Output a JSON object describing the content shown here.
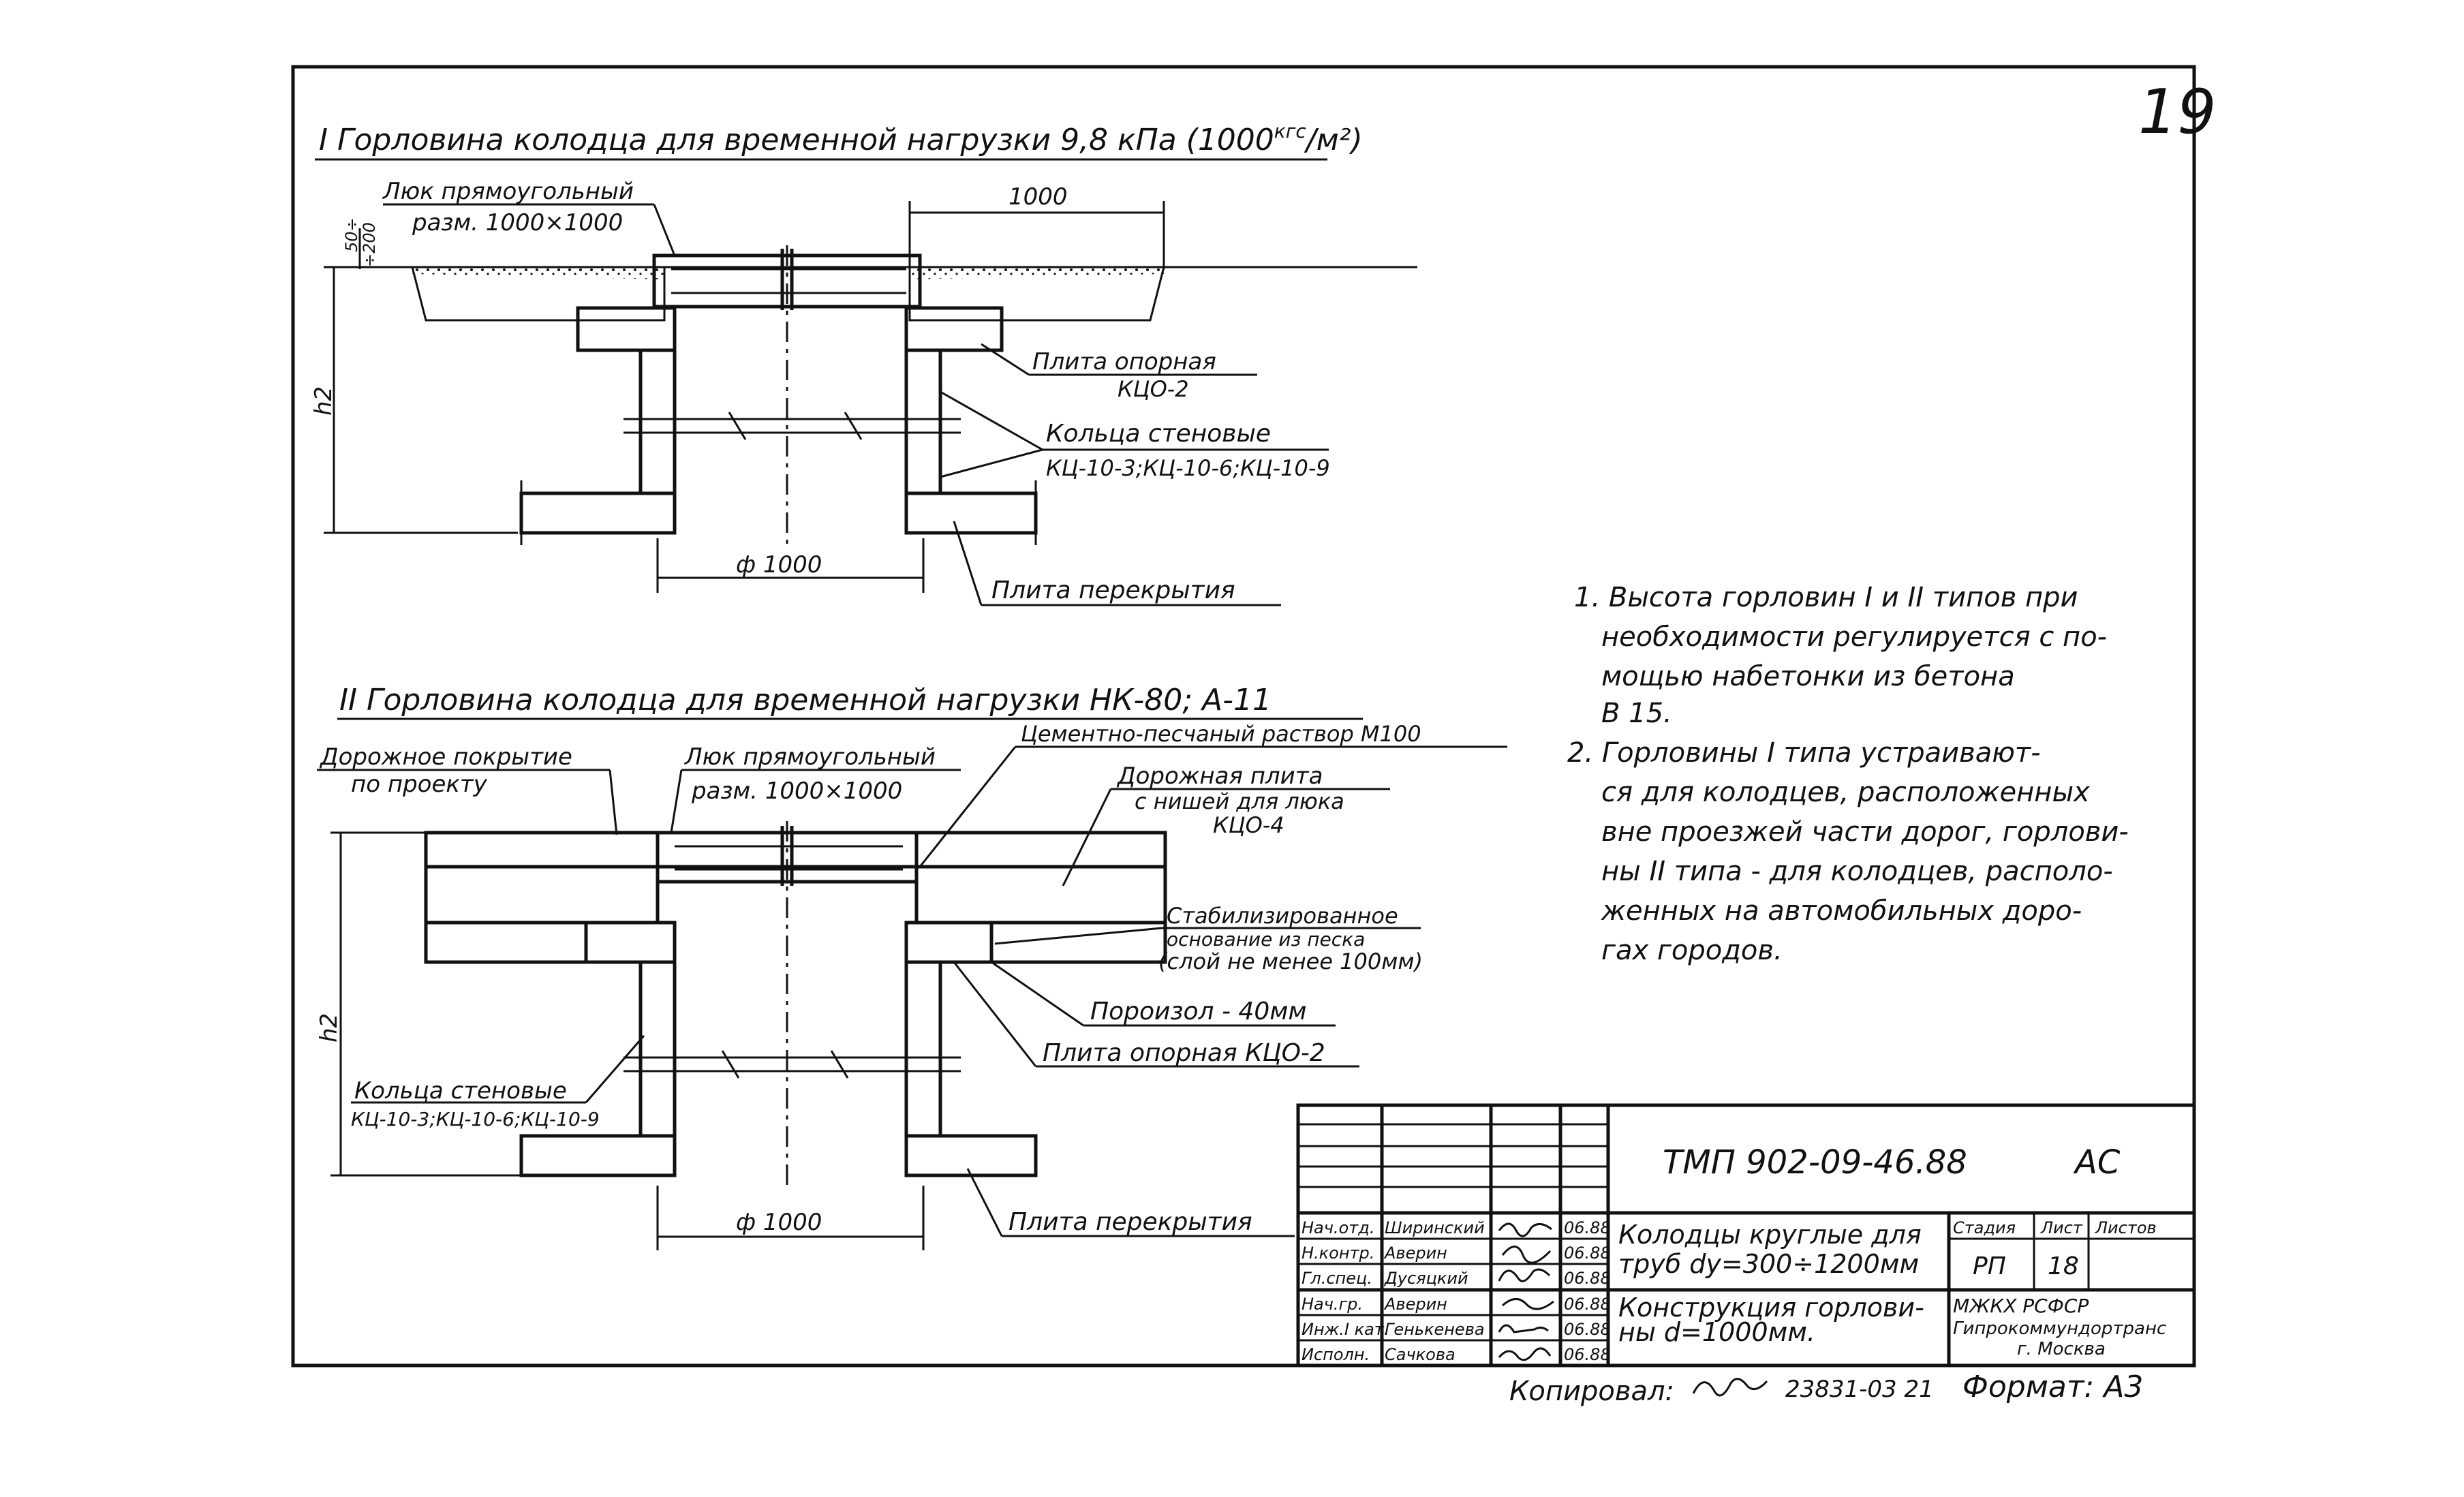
{
  "page_number": "19",
  "section1": {
    "title_pre": "I Горловина колодца для временной нагрузки 9,8 кПа (1000",
    "title_sup": "кгс",
    "title_post": "/м²)",
    "hatch_label_line1": "Люк прямоугольный",
    "hatch_label_line2": "разм. 1000×1000",
    "dim_top_a": "50÷",
    "dim_top_b": "÷200",
    "dim_width": "1000",
    "dim_height": "h2",
    "dim_diameter": "ф 1000",
    "support_slab_line1": "Плита опорная",
    "support_slab_line2": "КЦО-2",
    "wall_rings_line1": "Кольца стеновые",
    "wall_rings_line2": "КЦ-10-3;КЦ-10-6;КЦ-10-9",
    "cover_slab": "Плита перекрытия"
  },
  "section2": {
    "title": "II Горловина колодца для временной нагрузки НК-80; А-11",
    "road_cover_line1": "Дорожное покрытие",
    "road_cover_line2": "по проекту",
    "hatch_label_line1": "Люк прямоугольный",
    "hatch_label_line2": "разм. 1000×1000",
    "mortar": "Цементно-песчаный раствор М100",
    "road_slab_line1": "Дорожная плита",
    "road_slab_line2": "с нишей для люка",
    "road_slab_line3": "КЦО-4",
    "stabilized_line1": "Стабилизированное",
    "stabilized_line2": "основание из песка",
    "stabilized_line3": "(слой не менее 100мм)",
    "poroizol": "Пороизол - 40мм",
    "support_slab": "Плита опорная КЦО-2",
    "wall_rings_line1": "Кольца стеновые",
    "wall_rings_line2": "КЦ-10-3;КЦ-10-6;КЦ-10-9",
    "dim_height": "h2",
    "dim_diameter": "ф 1000",
    "cover_slab": "Плита перекрытия"
  },
  "notes": [
    "1. Высота горловин I и II типов при",
    "необходимости регулируется с по-",
    "мощью набетонки из бетона",
    "В 15.",
    "2. Горловины I типа устраивают-",
    "ся для колодцев, расположенных",
    "вне проезжей части дорог, горлови-",
    "ны II типа - для колодцев, располо-",
    "женных на автомобильных доро-",
    "гах городов."
  ],
  "title_block": {
    "code": "ТМП 902-09-46.88",
    "mark": "АС",
    "title_line1": "Колодцы круглые для",
    "title_line2": "труб dy=300÷1200мм",
    "subtitle_line1": "Конструкция горлови-",
    "subtitle_line2": "ны d=1000мм.",
    "col_stage": "Стадия",
    "col_sheet": "Лист",
    "col_sheets": "Листов",
    "stage": "РП",
    "sheet": "18",
    "org_line1": "МЖКХ    РСФСР",
    "org_line2": "Гипрокоммундортранс",
    "org_line3": "г. Москва",
    "staff": [
      {
        "role": "Нач.отд.",
        "name": "Ширинский",
        "date": "06.88"
      },
      {
        "role": "Н.контр.",
        "name": "Аверин",
        "date": "06.88"
      },
      {
        "role": "Гл.спец.",
        "name": "Дусяцкий",
        "date": "06.88"
      },
      {
        "role": "Нач.гр.",
        "name": "Аверин",
        "date": "06.88"
      },
      {
        "role": "Инж.I кат.",
        "name": "Генькенева",
        "date": "06.88"
      },
      {
        "role": "Исполн.",
        "name": "Сачкова",
        "date": "06.88"
      }
    ]
  },
  "footer": {
    "copied": "Копировал:",
    "doc_no": "23831-03 21",
    "format": "Формат: А3"
  }
}
